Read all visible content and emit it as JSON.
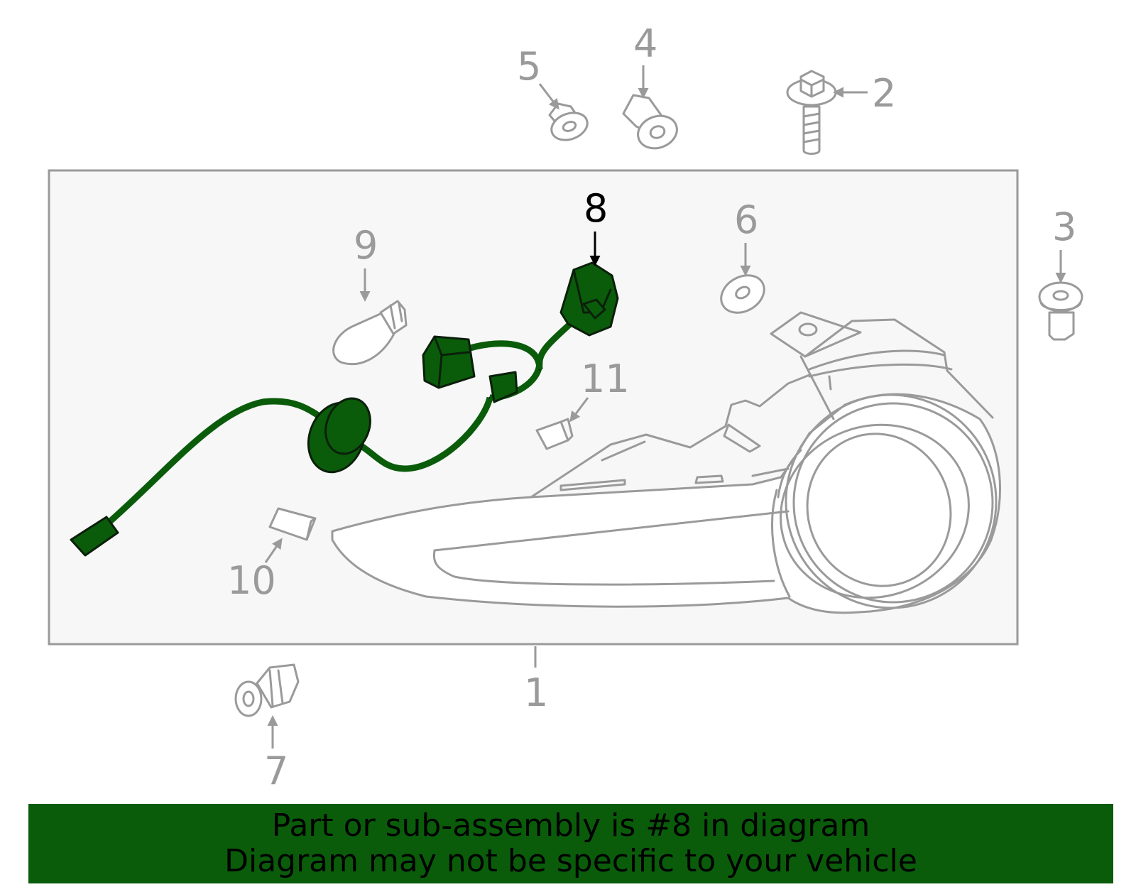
{
  "callouts": {
    "c1": "1",
    "c2": "2",
    "c3": "3",
    "c4": "4",
    "c5": "5",
    "c6": "6",
    "c7": "7",
    "c8": "8",
    "c9": "9",
    "c10": "10",
    "c11": "11"
  },
  "highlighted_part": "8",
  "colors": {
    "highlight": "#0a5c0a",
    "banner": "#0a5c0a",
    "outline": "#9a9a9a",
    "panel": "#f7f7f7"
  },
  "banner": {
    "line1": "Part or sub-assembly is #8 in diagram",
    "line2": "Diagram may not be specific to your vehicle"
  }
}
